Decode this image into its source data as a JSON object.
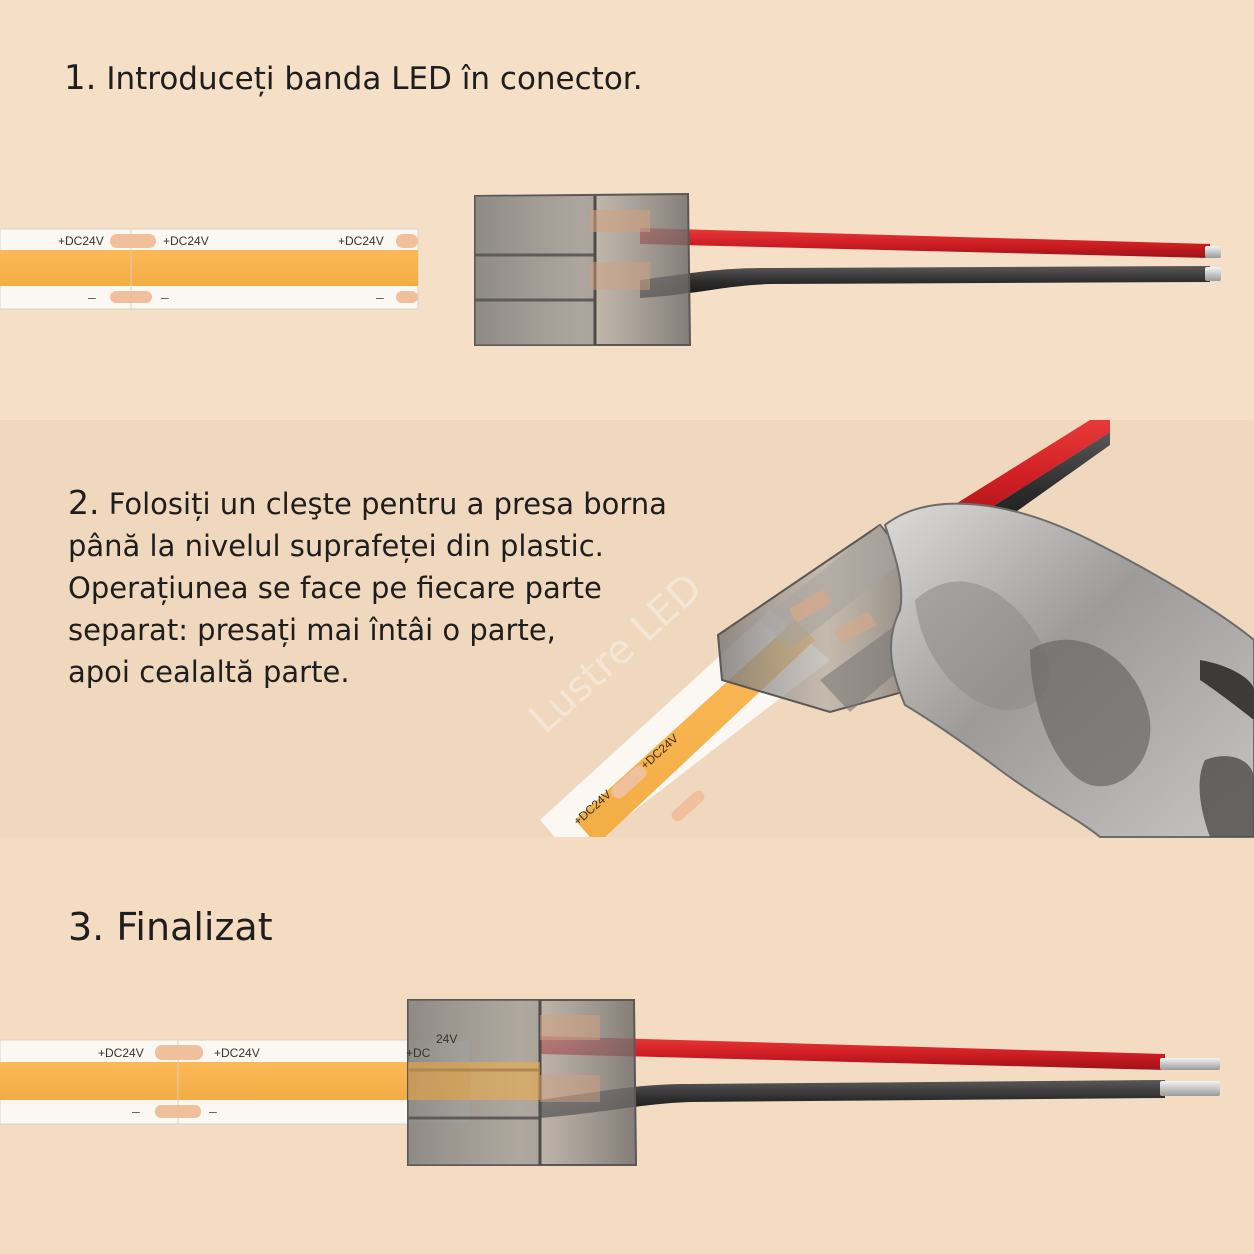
{
  "steps": [
    {
      "number": "1.",
      "text": "Introduceți banda LED în conector."
    },
    {
      "number": "2.",
      "lines": [
        "Folosiți un cleşte pentru a presa borna",
        "până la nivelul suprafeței din plastic.",
        "Operațiunea se face pe fiecare parte",
        "separat: presați mai întâi o parte,",
        "apoi cealaltă parte."
      ]
    },
    {
      "text": "3. Finalizat"
    }
  ],
  "strip": {
    "label": "+DC24V",
    "minus": "–",
    "label_partial": "+DC",
    "label_tail": "24V"
  },
  "watermark": "Lustre LED",
  "colors": {
    "strip_yellow": "#f7b84e",
    "red_wire": "#d8242a",
    "black_wire": "#2b2a2a",
    "background": "#f3dcc2"
  }
}
